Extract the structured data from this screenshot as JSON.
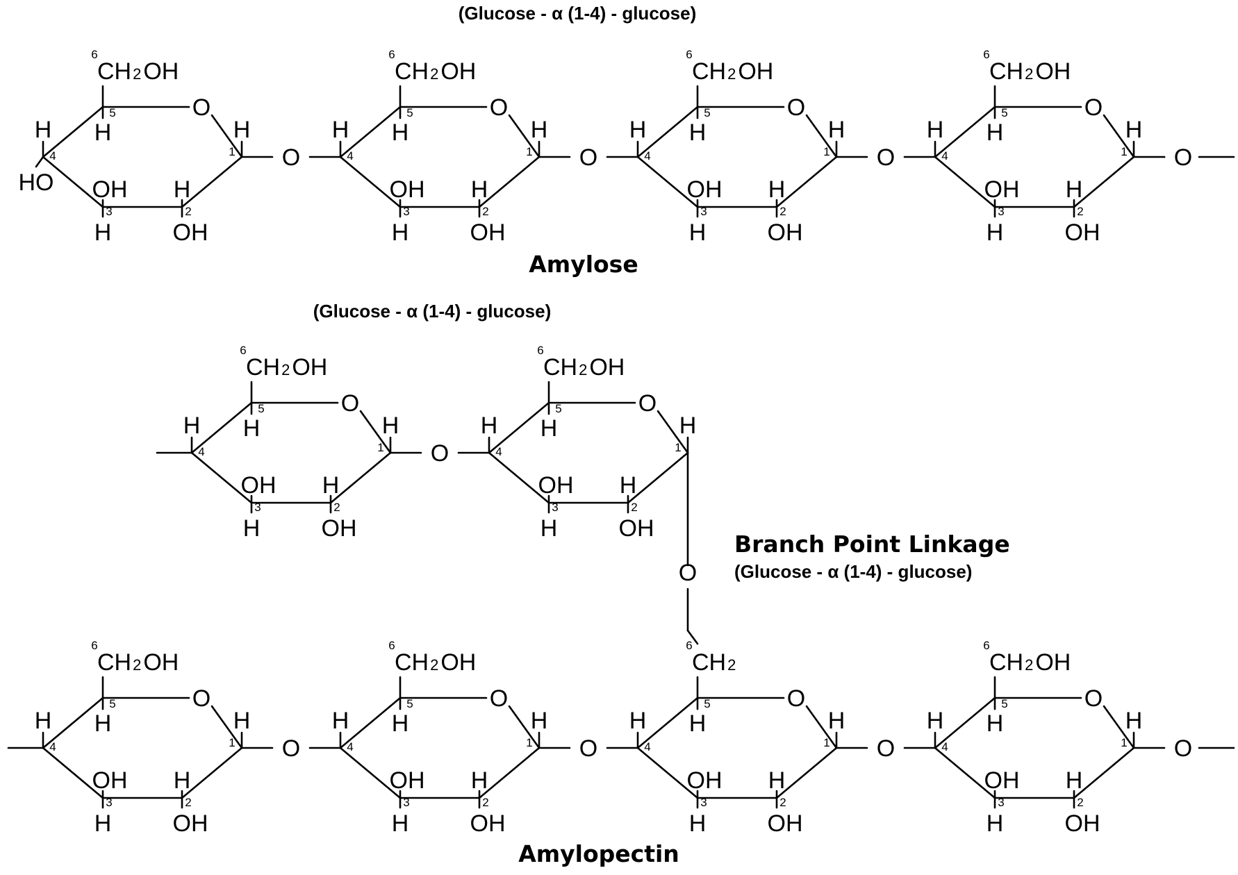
{
  "background": "#ffffff",
  "ink": "#000000",
  "captions": {
    "amylose_linkage": "(Glucose - α (1-4) - glucose)",
    "amylose_title": "Amylose",
    "amylopectin_linkage": "(Glucose - α (1-4) - glucose)",
    "branch_title": "Branch Point Linkage",
    "branch_linkage": "(Glucose - α (1-4) - glucose)",
    "amylopectin_title": "Amylopectin"
  },
  "atoms": {
    "ring_oxygen": "O",
    "glycosidic_oxygen": "O",
    "hydrogen": "H",
    "hydroxyl": "OH",
    "hydroxyl_left": "HO",
    "hydroxymethyl": "CH",
    "hydroxymethyl_sub": "2",
    "hydroxymethyl_tail": "OH",
    "methylene": "CH",
    "methylene_sub": "2"
  },
  "carbon_numbers": [
    "1",
    "2",
    "3",
    "4",
    "5",
    "6"
  ],
  "chains": [
    {
      "name": "amylose",
      "residues": 4,
      "left_end": "HO",
      "right_end": "open-bond"
    },
    {
      "name": "amylopectin-branch",
      "residues": 2,
      "left_end": "open-bond",
      "right_end": "C6-branch"
    },
    {
      "name": "amylopectin-main",
      "residues": 4,
      "left_end": "open-bond",
      "right_end": "open-bond",
      "branch_residue": 3
    }
  ]
}
